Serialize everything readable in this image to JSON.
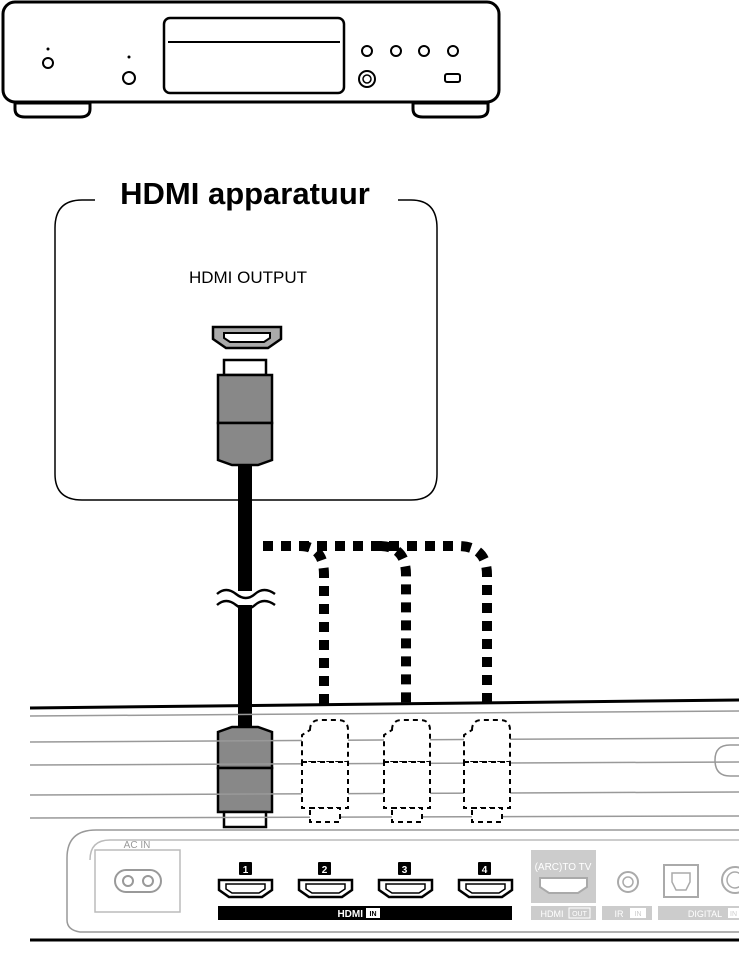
{
  "device": {
    "title": "HDMI apparatuur",
    "output_label": "HDMI OUTPUT"
  },
  "panel": {
    "ac_in_label": "AC IN",
    "hdmi_ports": [
      "1",
      "2",
      "3",
      "4"
    ],
    "hdmi_in_label": "HDMI",
    "hdmi_in_badge": "IN",
    "arc_label": "(ARC)TO TV",
    "hdmi_out_label": "HDMI",
    "hdmi_out_badge": "OUT",
    "ir_label": "IR",
    "ir_badge": "IN",
    "digital_label": "DIGITAL",
    "digital_badge": "IN"
  }
}
